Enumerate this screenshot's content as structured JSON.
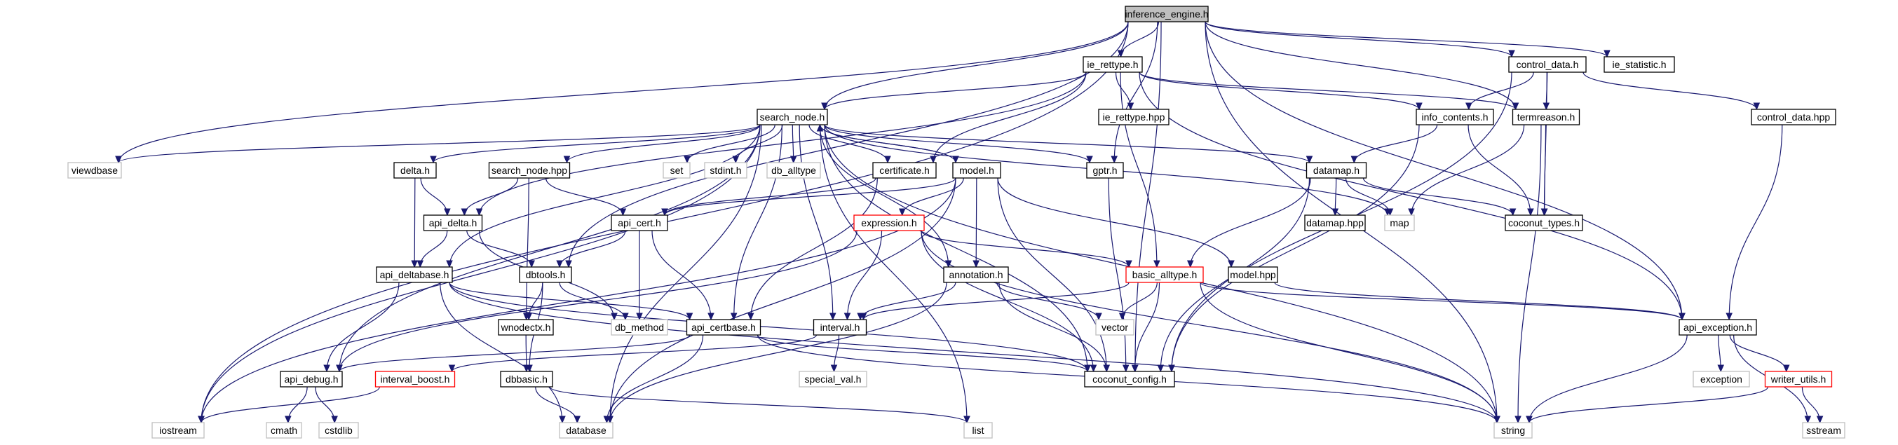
{
  "colors": {
    "edge": "#191970",
    "node_border": "#000000",
    "external_border": "#bfbfbf",
    "incomplete_border": "#ff0000",
    "root_fill": "#bfbfbf",
    "node_fill": "#ffffff"
  },
  "nodes": [
    {
      "id": "inference_engine",
      "label": "inference_engine.h",
      "kind": "root"
    },
    {
      "id": "ie_rettype_h",
      "label": "ie_rettype.h",
      "kind": "header"
    },
    {
      "id": "control_data_h",
      "label": "control_data.h",
      "kind": "header"
    },
    {
      "id": "ie_statistic_h",
      "label": "ie_statistic.h",
      "kind": "header"
    },
    {
      "id": "search_node_h",
      "label": "search_node.h",
      "kind": "header"
    },
    {
      "id": "ie_rettype_hpp",
      "label": "ie_rettype.hpp",
      "kind": "header"
    },
    {
      "id": "info_contents_h",
      "label": "info_contents.h",
      "kind": "header"
    },
    {
      "id": "termreason_h",
      "label": "termreason.h",
      "kind": "header"
    },
    {
      "id": "control_data_hpp",
      "label": "control_data.hpp",
      "kind": "header"
    },
    {
      "id": "viewdbase",
      "label": "viewdbase",
      "kind": "external"
    },
    {
      "id": "delta_h",
      "label": "delta.h",
      "kind": "header"
    },
    {
      "id": "search_node_hpp",
      "label": "search_node.hpp",
      "kind": "header"
    },
    {
      "id": "set",
      "label": "set",
      "kind": "external"
    },
    {
      "id": "stdint_h",
      "label": "stdint.h",
      "kind": "external"
    },
    {
      "id": "db_alltype",
      "label": "db_alltype",
      "kind": "external"
    },
    {
      "id": "certificate_h",
      "label": "certificate.h",
      "kind": "header"
    },
    {
      "id": "model_h",
      "label": "model.h",
      "kind": "header"
    },
    {
      "id": "gptr_h",
      "label": "gptr.h",
      "kind": "header"
    },
    {
      "id": "datamap_h",
      "label": "datamap.h",
      "kind": "header"
    },
    {
      "id": "api_delta_h",
      "label": "api_delta.h",
      "kind": "header"
    },
    {
      "id": "api_cert_h",
      "label": "api_cert.h",
      "kind": "header"
    },
    {
      "id": "expression_h",
      "label": "expression.h",
      "kind": "incomplete"
    },
    {
      "id": "datamap_hpp",
      "label": "datamap.hpp",
      "kind": "header"
    },
    {
      "id": "map",
      "label": "map",
      "kind": "external"
    },
    {
      "id": "coconut_types_h",
      "label": "coconut_types.h",
      "kind": "header"
    },
    {
      "id": "dbtools_h",
      "label": "dbtools.h",
      "kind": "header"
    },
    {
      "id": "api_deltabase_h",
      "label": "api_deltabase.h",
      "kind": "header"
    },
    {
      "id": "annotation_h",
      "label": "annotation.h",
      "kind": "header"
    },
    {
      "id": "basic_alltype_h",
      "label": "basic_alltype.h",
      "kind": "incomplete"
    },
    {
      "id": "model_hpp",
      "label": "model.hpp",
      "kind": "header"
    },
    {
      "id": "db_method",
      "label": "db_method",
      "kind": "external"
    },
    {
      "id": "api_certbase_h",
      "label": "api_certbase.h",
      "kind": "header"
    },
    {
      "id": "wnodectx_h",
      "label": "wnodectx.h",
      "kind": "header"
    },
    {
      "id": "interval_h",
      "label": "interval.h",
      "kind": "header"
    },
    {
      "id": "vector",
      "label": "vector",
      "kind": "external"
    },
    {
      "id": "api_exception_h",
      "label": "api_exception.h",
      "kind": "header"
    },
    {
      "id": "api_debug_h",
      "label": "api_debug.h",
      "kind": "header"
    },
    {
      "id": "interval_boost_h",
      "label": "interval_boost.h",
      "kind": "incomplete"
    },
    {
      "id": "dbbasic_h",
      "label": "dbbasic.h",
      "kind": "header"
    },
    {
      "id": "special_val_h",
      "label": "special_val.h",
      "kind": "external"
    },
    {
      "id": "coconut_config_h",
      "label": "coconut_config.h",
      "kind": "header"
    },
    {
      "id": "exception",
      "label": "exception",
      "kind": "external"
    },
    {
      "id": "writer_utils_h",
      "label": "writer_utils.h",
      "kind": "incomplete"
    },
    {
      "id": "iostream",
      "label": "iostream",
      "kind": "external"
    },
    {
      "id": "cmath",
      "label": "cmath",
      "kind": "external"
    },
    {
      "id": "cstdlib",
      "label": "cstdlib",
      "kind": "external"
    },
    {
      "id": "database",
      "label": "database",
      "kind": "external"
    },
    {
      "id": "list",
      "label": "list",
      "kind": "external"
    },
    {
      "id": "string",
      "label": "string",
      "kind": "external"
    },
    {
      "id": "sstream",
      "label": "sstream",
      "kind": "external"
    }
  ],
  "edges": [
    [
      "inference_engine",
      "ie_rettype_h"
    ],
    [
      "inference_engine",
      "control_data_h"
    ],
    [
      "inference_engine",
      "ie_statistic_h"
    ],
    [
      "inference_engine",
      "search_node_h"
    ],
    [
      "inference_engine",
      "gptr_h"
    ],
    [
      "inference_engine",
      "termreason_h"
    ],
    [
      "inference_engine",
      "viewdbase"
    ],
    [
      "inference_engine",
      "dbtools_h"
    ],
    [
      "inference_engine",
      "coconut_config_h"
    ],
    [
      "inference_engine",
      "api_exception_h"
    ],
    [
      "inference_engine",
      "iostream"
    ],
    [
      "inference_engine",
      "string"
    ],
    [
      "ie_rettype_h",
      "search_node_h"
    ],
    [
      "ie_rettype_h",
      "ie_rettype_hpp"
    ],
    [
      "ie_rettype_h",
      "info_contents_h"
    ],
    [
      "ie_rettype_h",
      "termreason_h"
    ],
    [
      "ie_rettype_h",
      "basic_alltype_h"
    ],
    [
      "ie_rettype_h",
      "certificate_h"
    ],
    [
      "ie_rettype_h",
      "api_delta_h"
    ],
    [
      "ie_rettype_h",
      "api_exception_h"
    ],
    [
      "control_data_h",
      "info_contents_h"
    ],
    [
      "control_data_h",
      "termreason_h"
    ],
    [
      "control_data_h",
      "control_data_hpp"
    ],
    [
      "control_data_h",
      "coconut_types_h"
    ],
    [
      "control_data_h",
      "coconut_config_h"
    ],
    [
      "search_node_h",
      "viewdbase"
    ],
    [
      "search_node_h",
      "delta_h"
    ],
    [
      "search_node_h",
      "search_node_hpp"
    ],
    [
      "search_node_h",
      "set"
    ],
    [
      "search_node_h",
      "stdint_h"
    ],
    [
      "search_node_h",
      "db_alltype"
    ],
    [
      "search_node_h",
      "certificate_h"
    ],
    [
      "search_node_h",
      "model_h"
    ],
    [
      "search_node_h",
      "gptr_h"
    ],
    [
      "search_node_h",
      "datamap_h"
    ],
    [
      "search_node_h",
      "map"
    ],
    [
      "search_node_h",
      "string"
    ],
    [
      "search_node_h",
      "iostream"
    ],
    [
      "search_node_h",
      "api_debug_h"
    ],
    [
      "search_node_h",
      "api_deltabase_h"
    ],
    [
      "search_node_h",
      "api_certbase_h"
    ],
    [
      "search_node_h",
      "interval_h"
    ],
    [
      "search_node_h",
      "annotation_h"
    ],
    [
      "search_node_h",
      "coconut_config_h"
    ],
    [
      "search_node_h",
      "database"
    ],
    [
      "search_node_h",
      "list"
    ],
    [
      "info_contents_h",
      "datamap_h"
    ],
    [
      "info_contents_h",
      "coconut_types_h"
    ],
    [
      "info_contents_h",
      "coconut_config_h"
    ],
    [
      "termreason_h",
      "map"
    ],
    [
      "termreason_h",
      "coconut_types_h"
    ],
    [
      "termreason_h",
      "string"
    ],
    [
      "control_data_hpp",
      "api_exception_h"
    ],
    [
      "delta_h",
      "api_delta_h"
    ],
    [
      "delta_h",
      "api_deltabase_h"
    ],
    [
      "search_node_hpp",
      "api_delta_h"
    ],
    [
      "search_node_hpp",
      "api_cert_h"
    ],
    [
      "search_node_hpp",
      "wnodectx_h"
    ],
    [
      "certificate_h",
      "api_cert_h"
    ],
    [
      "certificate_h",
      "api_certbase_h"
    ],
    [
      "model_h",
      "api_cert_h"
    ],
    [
      "model_h",
      "expression_h"
    ],
    [
      "model_h",
      "annotation_h"
    ],
    [
      "model_h",
      "model_hpp"
    ],
    [
      "model_h",
      "coconut_config_h"
    ],
    [
      "model_h",
      "database"
    ],
    [
      "model_h",
      "iostream"
    ],
    [
      "model_h",
      "search_node_h"
    ],
    [
      "gptr_h",
      "coconut_config_h"
    ],
    [
      "datamap_h",
      "datamap_hpp"
    ],
    [
      "datamap_h",
      "map"
    ],
    [
      "datamap_h",
      "coconut_types_h"
    ],
    [
      "datamap_h",
      "basic_alltype_h"
    ],
    [
      "datamap_h",
      "coconut_config_h"
    ],
    [
      "api_delta_h",
      "dbtools_h"
    ],
    [
      "api_delta_h",
      "api_deltabase_h"
    ],
    [
      "api_delta_h",
      "db_method"
    ],
    [
      "api_cert_h",
      "dbtools_h"
    ],
    [
      "api_cert_h",
      "db_method"
    ],
    [
      "api_cert_h",
      "api_certbase_h"
    ],
    [
      "expression_h",
      "basic_alltype_h"
    ],
    [
      "expression_h",
      "interval_h"
    ],
    [
      "expression_h",
      "coconut_config_h"
    ],
    [
      "expression_h",
      "api_debug_h"
    ],
    [
      "expression_h",
      "string"
    ],
    [
      "dbtools_h",
      "db_method"
    ],
    [
      "dbtools_h",
      "wnodectx_h"
    ],
    [
      "dbtools_h",
      "dbbasic_h"
    ],
    [
      "api_deltabase_h",
      "api_certbase_h"
    ],
    [
      "api_deltabase_h",
      "api_debug_h"
    ],
    [
      "api_deltabase_h",
      "coconut_config_h"
    ],
    [
      "api_deltabase_h",
      "database"
    ],
    [
      "api_deltabase_h",
      "string"
    ],
    [
      "annotation_h",
      "interval_h"
    ],
    [
      "annotation_h",
      "vector"
    ],
    [
      "annotation_h",
      "coconut_config_h"
    ],
    [
      "annotation_h",
      "database"
    ],
    [
      "basic_alltype_h",
      "interval_h"
    ],
    [
      "basic_alltype_h",
      "vector"
    ],
    [
      "basic_alltype_h",
      "coconut_config_h"
    ],
    [
      "basic_alltype_h",
      "api_exception_h"
    ],
    [
      "basic_alltype_h",
      "string"
    ],
    [
      "model_hpp",
      "api_exception_h"
    ],
    [
      "api_certbase_h",
      "api_debug_h"
    ],
    [
      "api_certbase_h",
      "coconut_config_h"
    ],
    [
      "api_certbase_h",
      "database"
    ],
    [
      "api_certbase_h",
      "string"
    ],
    [
      "wnodectx_h",
      "dbbasic_h"
    ],
    [
      "interval_h",
      "interval_boost_h"
    ],
    [
      "interval_h",
      "special_val_h"
    ],
    [
      "api_exception_h",
      "exception"
    ],
    [
      "api_exception_h",
      "writer_utils_h"
    ],
    [
      "api_exception_h",
      "string"
    ],
    [
      "api_exception_h",
      "sstream"
    ],
    [
      "api_debug_h",
      "cmath"
    ],
    [
      "api_debug_h",
      "cstdlib"
    ],
    [
      "interval_boost_h",
      "iostream"
    ],
    [
      "dbbasic_h",
      "database"
    ],
    [
      "dbbasic_h",
      "list"
    ],
    [
      "writer_utils_h",
      "string"
    ],
    [
      "writer_utils_h",
      "sstream"
    ]
  ]
}
